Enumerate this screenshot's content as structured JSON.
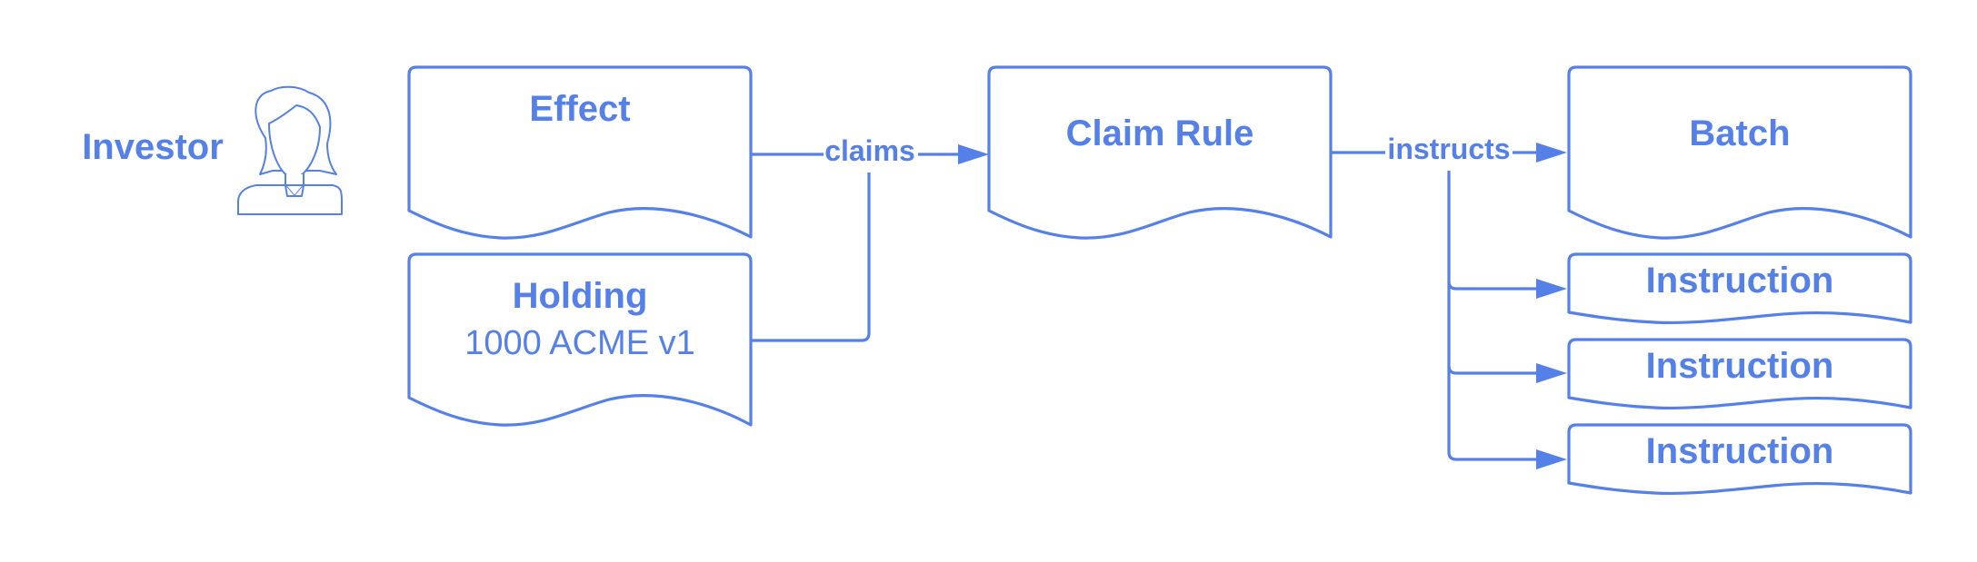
{
  "actor": {
    "label": "Investor",
    "icon": "person-icon"
  },
  "nodes": {
    "effect": {
      "title": "Effect"
    },
    "holding": {
      "title": "Holding",
      "detail": "1000 ACME v1"
    },
    "claim_rule": {
      "title": "Claim Rule"
    },
    "batch": {
      "title": "Batch"
    },
    "instructions": [
      {
        "title": "Instruction"
      },
      {
        "title": "Instruction"
      },
      {
        "title": "Instruction"
      }
    ]
  },
  "edges": {
    "claims": "claims",
    "instructs": "instructs"
  },
  "colors": {
    "accent": "#5580e8",
    "background": "#ffffff"
  }
}
